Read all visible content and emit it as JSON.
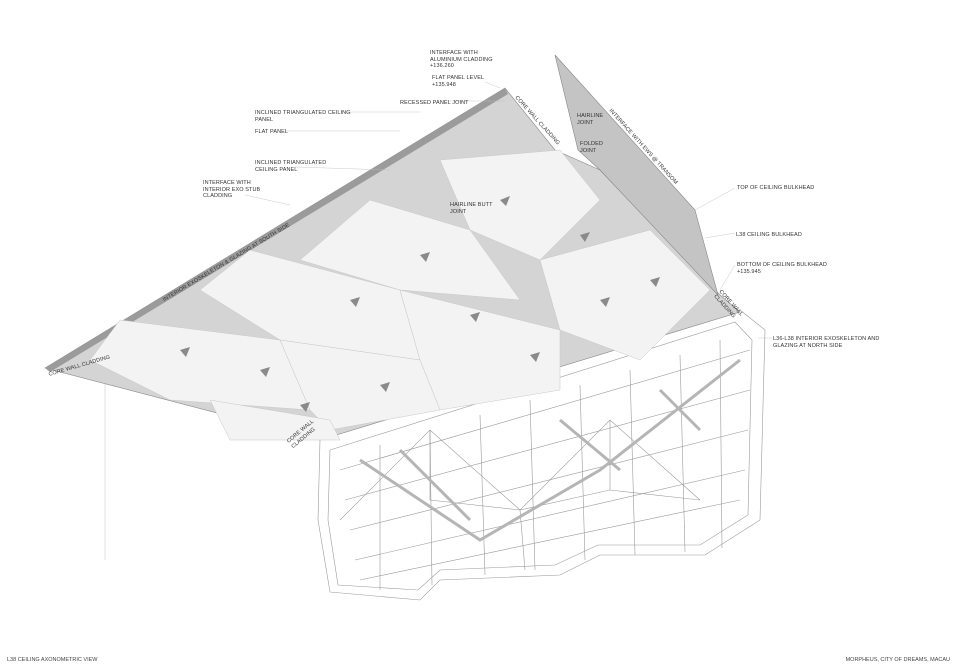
{
  "labels": {
    "interface_aluminium": "Interface with\naluminium cladding\n+136.260",
    "flat_panel_level": "Flat panel level\n+135.948",
    "recessed_panel_joint": "Recessed panel joint",
    "inclined_panel_1": "Inclined triangulated ceiling\npanel",
    "flat_panel": "Flat panel",
    "inclined_panel_2": "Inclined triangulated\nceiling panel",
    "interface_exo_stub": "Interface with\ninterior exo stub\ncladding",
    "hairline_butt_joint": "Hairline butt\njoint",
    "hairline_joint": "Hairline\njoint",
    "folded_joint": "Folded\njoint",
    "interface_ews": "Interface with EWS @ transom",
    "core_wall_top": "Core wall cladding",
    "south_side": "Interior exoskeleton & glazing at south side",
    "core_wall_left": "Core wall cladding",
    "core_wall_bottom": "Core wall\ncladding",
    "core_wall_right": "Core wall\ncladding",
    "top_bulkhead": "Top of ceiling bulkhead",
    "l38_bulkhead": "L38 ceiling bulkhead",
    "bottom_bulkhead": "Bottom of ceiling bulkhead\n+135.945",
    "north_side": "L36-L38 interior exoskeleton and\nglazing at north side"
  },
  "footer": {
    "left": "L38 ceiling axonometric view",
    "right": "Morpheus, City of Dreams, Macau"
  }
}
